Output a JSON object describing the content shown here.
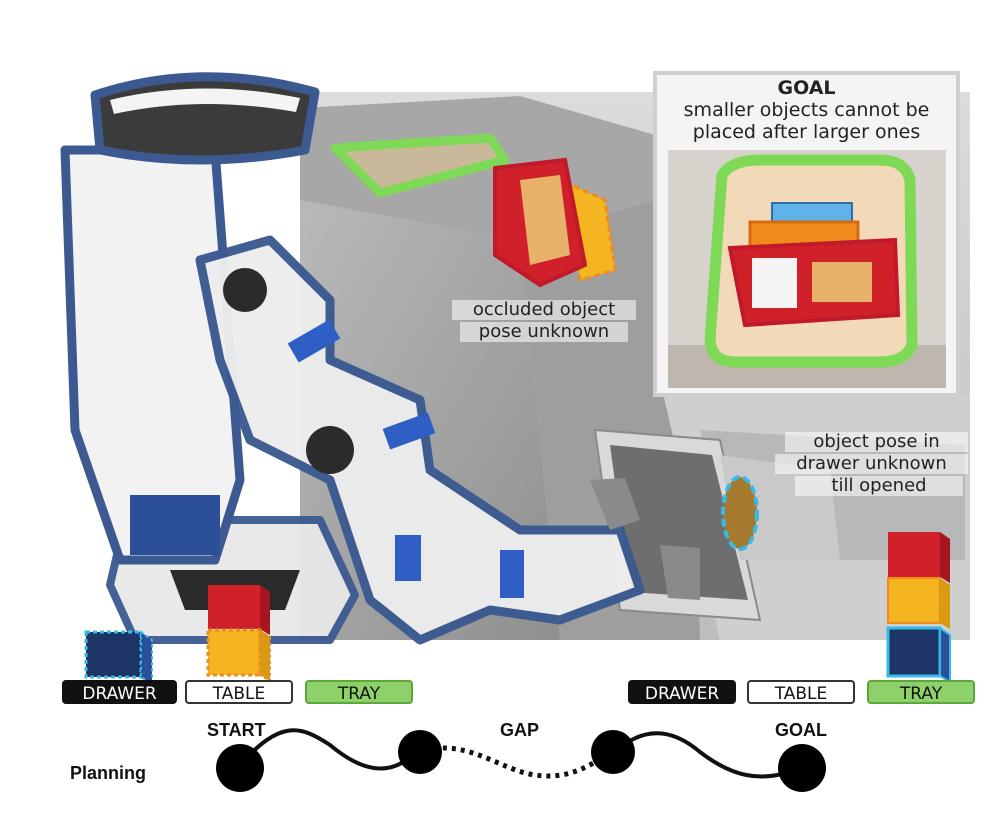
{
  "goal_box": {
    "title": "GOAL",
    "line1": "smaller objects cannot be",
    "line2": "placed after larger ones"
  },
  "annotations": {
    "occluded_line1": "occluded object",
    "occluded_line2": "pose unknown",
    "drawer_line1": "object pose in",
    "drawer_line2": "drawer unknown",
    "drawer_line3": "till opened"
  },
  "start_bins": {
    "drawer": "DRAWER",
    "table": "TABLE",
    "tray": "TRAY"
  },
  "goal_bins": {
    "drawer": "DRAWER",
    "table": "TABLE",
    "tray": "TRAY"
  },
  "planning": {
    "row_label": "Planning",
    "start_label": "START",
    "gap_label": "GAP",
    "goal_label": "GOAL"
  },
  "colors": {
    "robot_outline": "#3c5a91",
    "tray_green": "#8ed16a",
    "box_red": "#d0202a",
    "box_yellow": "#f5b520",
    "box_navy": "#1c3566",
    "drawer_cyan": "#39b9e8"
  }
}
